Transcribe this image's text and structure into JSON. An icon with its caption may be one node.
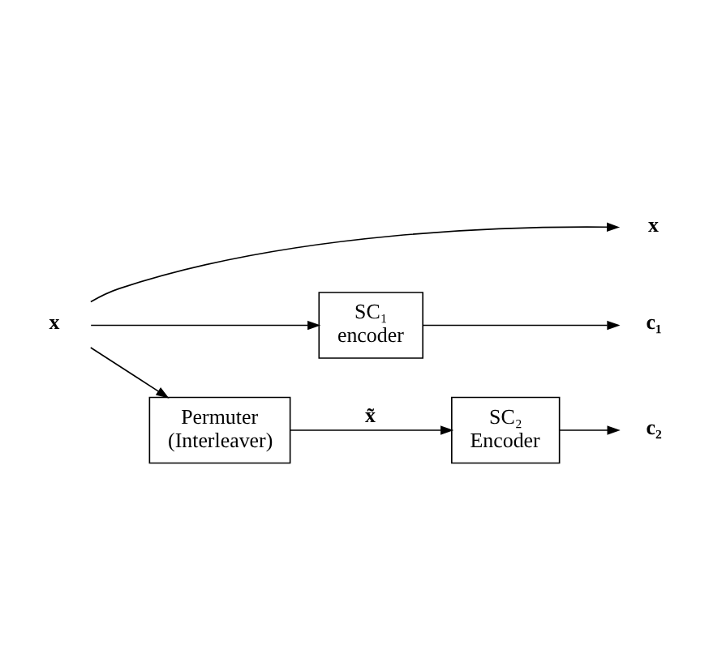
{
  "diagram": {
    "nodes": [
      {
        "text": [
          "x"
        ]
      },
      {
        "text": [
          "x"
        ]
      },
      {
        "text": [
          "SC₁ encoder"
        ]
      },
      {
        "text": [
          "c₁"
        ]
      },
      {
        "text": [
          "Permuter (Interleaver)"
        ]
      },
      {
        "text": [
          "SC₂ Encoder"
        ]
      },
      {
        "text": [
          "c₂"
        ]
      }
    ],
    "edges": [
      {
        "from": 0,
        "to": 1,
        "arrow": "to"
      },
      {
        "from": 0,
        "to": 2,
        "arrow": "to"
      },
      {
        "from": 0,
        "to": 4,
        "arrow": "to"
      },
      {
        "from": 2,
        "to": 3,
        "arrow": "to"
      },
      {
        "from": 4,
        "to": 5,
        "arrow": "to",
        "label": "x̃"
      },
      {
        "from": 5,
        "to": 6,
        "arrow": "to"
      }
    ]
  }
}
